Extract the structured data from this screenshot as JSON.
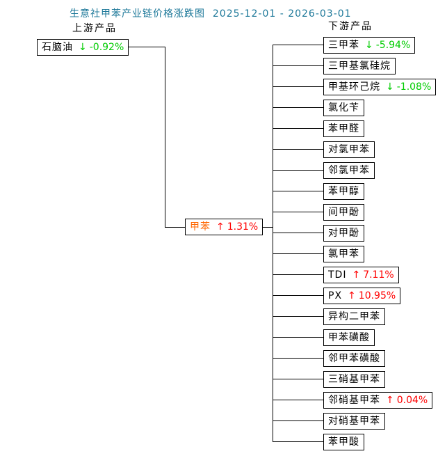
{
  "title": "生意社甲苯产业链价格涨跌图  2025-12-01 - 2026-03-01",
  "labels": {
    "upstream": "上游产品",
    "downstream": "下游产品"
  },
  "nodes": {
    "upstream": {
      "name": "石脑油",
      "arrow": "↓",
      "change": "-0.92%",
      "dir": "down"
    },
    "center": {
      "name": "甲苯",
      "arrow": "↑",
      "change": "1.31%",
      "dir": "up"
    },
    "downstream": [
      {
        "name": "三甲苯",
        "arrow": "↓",
        "change": "-5.94%",
        "dir": "down"
      },
      {
        "name": "三甲基氯硅烷",
        "arrow": "",
        "change": "",
        "dir": "none"
      },
      {
        "name": "甲基环己烷",
        "arrow": "↓",
        "change": "-1.08%",
        "dir": "down"
      },
      {
        "name": "氯化苄",
        "arrow": "",
        "change": "",
        "dir": "none"
      },
      {
        "name": "苯甲醛",
        "arrow": "",
        "change": "",
        "dir": "none"
      },
      {
        "name": "对氯甲苯",
        "arrow": "",
        "change": "",
        "dir": "none"
      },
      {
        "name": "邻氯甲苯",
        "arrow": "",
        "change": "",
        "dir": "none"
      },
      {
        "name": "苯甲醇",
        "arrow": "",
        "change": "",
        "dir": "none"
      },
      {
        "name": "间甲酚",
        "arrow": "",
        "change": "",
        "dir": "none"
      },
      {
        "name": "对甲酚",
        "arrow": "",
        "change": "",
        "dir": "none"
      },
      {
        "name": "氯甲苯",
        "arrow": "",
        "change": "",
        "dir": "none"
      },
      {
        "name": "TDI",
        "arrow": "↑",
        "change": "7.11%",
        "dir": "up"
      },
      {
        "name": "PX",
        "arrow": "↑",
        "change": "10.95%",
        "dir": "up"
      },
      {
        "name": "异构二甲苯",
        "arrow": "",
        "change": "",
        "dir": "none"
      },
      {
        "name": "甲苯磺酸",
        "arrow": "",
        "change": "",
        "dir": "none"
      },
      {
        "name": "邻甲苯磺酸",
        "arrow": "",
        "change": "",
        "dir": "none"
      },
      {
        "name": "三硝基甲苯",
        "arrow": "",
        "change": "",
        "dir": "none"
      },
      {
        "name": "邻硝基甲苯",
        "arrow": "↑",
        "change": "0.04%",
        "dir": "up"
      },
      {
        "name": "对硝基甲苯",
        "arrow": "",
        "change": "",
        "dir": "none"
      },
      {
        "name": "苯甲酸",
        "arrow": "",
        "change": "",
        "dir": "none"
      }
    ]
  },
  "colors": {
    "up": "#ff0000",
    "down": "#00cc00",
    "center_name": "#ff6600",
    "title": "#1d7899",
    "line": "#000000"
  }
}
